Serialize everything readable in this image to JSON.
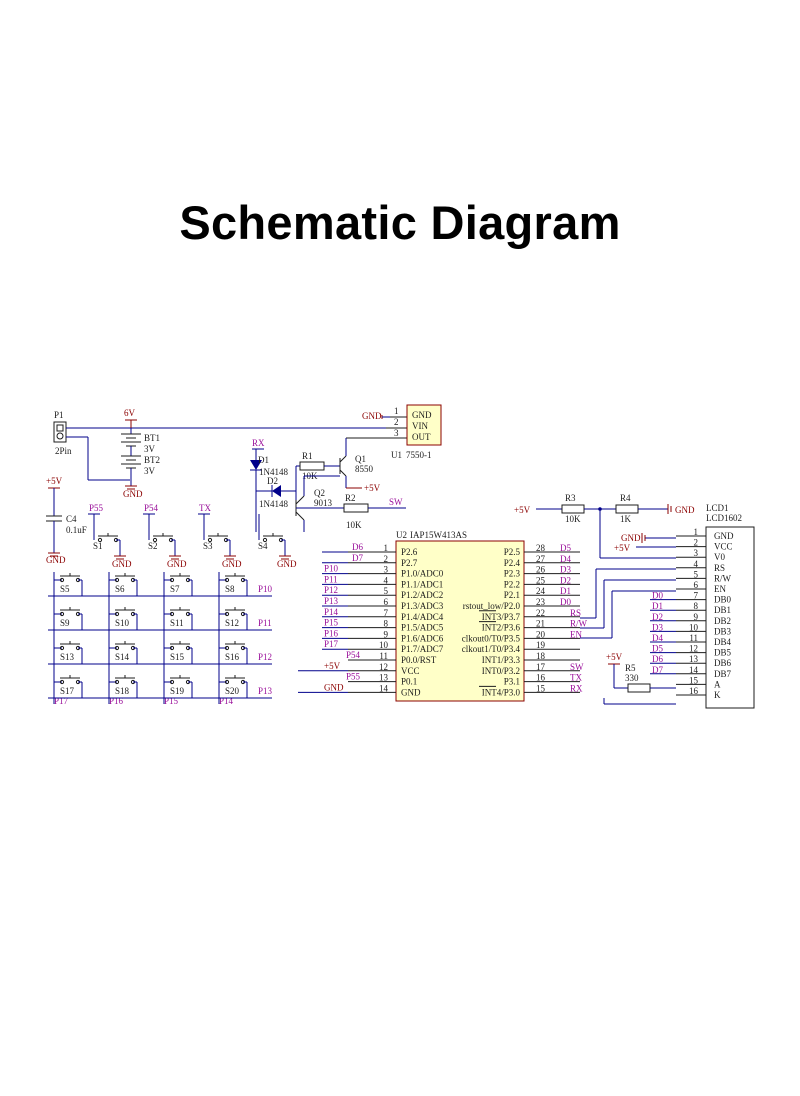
{
  "title": "Schematic Diagram",
  "colors": {
    "wire": "#00008b",
    "net_label": "#9a0f9a",
    "power": "#8b0000",
    "chip_fill": "#ffffc8",
    "body": "#1c1c1c"
  },
  "power": {
    "v6": "6V",
    "p5v": "+5V",
    "gnd": "GND"
  },
  "p1": {
    "ref": "P1",
    "value": "2Pin"
  },
  "bt1": {
    "ref": "BT1",
    "value": "3V"
  },
  "bt2": {
    "ref": "BT2",
    "value": "3V"
  },
  "c4": {
    "ref": "C4",
    "value": "0.1uF"
  },
  "u1": {
    "ref": "U1",
    "value": "7550-1",
    "pins": [
      "GND",
      "VIN",
      "OUT"
    ],
    "nums": [
      "1",
      "2",
      "3"
    ]
  },
  "rx_net": "RX",
  "d1": {
    "ref": "D1",
    "value": "1N4148"
  },
  "d2": {
    "ref": "D2",
    "value": "1N4148"
  },
  "r1": {
    "ref": "R1",
    "value": "10K"
  },
  "q1": {
    "ref": "Q1",
    "value": "8550"
  },
  "q2": {
    "ref": "Q2",
    "value": "9013"
  },
  "r2": {
    "ref": "R2",
    "value": "10K"
  },
  "sw_net": "SW",
  "r3": {
    "ref": "R3",
    "value": "10K"
  },
  "r4": {
    "ref": "R4",
    "value": "1K"
  },
  "r5": {
    "ref": "R5",
    "value": "330"
  },
  "top_switches": [
    {
      "ref": "S1",
      "net": "P55"
    },
    {
      "ref": "S2",
      "net": "P54"
    },
    {
      "ref": "S3",
      "net": "TX"
    },
    {
      "ref": "S4",
      "net": ""
    }
  ],
  "matrix": {
    "rows": [
      {
        "switches": [
          "S5",
          "S6",
          "S7",
          "S8"
        ],
        "net": "P10"
      },
      {
        "switches": [
          "S9",
          "S10",
          "S11",
          "S12"
        ],
        "net": "P11"
      },
      {
        "switches": [
          "S13",
          "S14",
          "S15",
          "S16"
        ],
        "net": "P12"
      },
      {
        "switches": [
          "S17",
          "S18",
          "S19",
          "S20"
        ],
        "net": "P13"
      }
    ],
    "col_nets": [
      "P17",
      "P16",
      "P15",
      "P14"
    ]
  },
  "u2": {
    "ref": "U2",
    "value": "IAP15W413AS",
    "left_pins": [
      {
        "num": "1",
        "name": "P2.6",
        "net": "D6"
      },
      {
        "num": "2",
        "name": "P2.7",
        "net": "D7"
      },
      {
        "num": "3",
        "name": "P1.0/ADC0",
        "net": "P10"
      },
      {
        "num": "4",
        "name": "P1.1/ADC1",
        "net": "P11"
      },
      {
        "num": "5",
        "name": "P1.2/ADC2",
        "net": "P12"
      },
      {
        "num": "6",
        "name": "P1.3/ADC3",
        "net": "P13"
      },
      {
        "num": "7",
        "name": "P1.4/ADC4",
        "net": "P14"
      },
      {
        "num": "8",
        "name": "P1.5/ADC5",
        "net": "P15"
      },
      {
        "num": "9",
        "name": "P1.6/ADC6",
        "net": "P16"
      },
      {
        "num": "10",
        "name": "P1.7/ADC7",
        "net": "P17"
      },
      {
        "num": "11",
        "name": "P0.0/RST",
        "net": "P54"
      },
      {
        "num": "12",
        "name": "VCC",
        "net": "+5V"
      },
      {
        "num": "13",
        "name": "P0.1",
        "net": "P55"
      },
      {
        "num": "14",
        "name": "GND",
        "net": "GND"
      }
    ],
    "right_pins": [
      {
        "num": "28",
        "name": "P2.5",
        "net": "D5"
      },
      {
        "num": "27",
        "name": "P2.4",
        "net": "D4"
      },
      {
        "num": "26",
        "name": "P2.3",
        "net": "D3"
      },
      {
        "num": "25",
        "name": "P2.2",
        "net": "D2"
      },
      {
        "num": "24",
        "name": "P2.1",
        "net": "D1"
      },
      {
        "num": "23",
        "name": "rstout_low/P2.0",
        "net": "D0"
      },
      {
        "num": "22",
        "name": "INT3/P3.7",
        "net": "RS"
      },
      {
        "num": "21",
        "name": "INT2/P3.6",
        "net": "R/W"
      },
      {
        "num": "20",
        "name": "clkout0/T0/P3.5",
        "net": "EN"
      },
      {
        "num": "19",
        "name": "clkout1/T0/P3.4",
        "net": ""
      },
      {
        "num": "18",
        "name": "INT1/P3.3",
        "net": ""
      },
      {
        "num": "17",
        "name": "INT0/P3.2",
        "net": "SW"
      },
      {
        "num": "16",
        "name": "P3.1",
        "net": "TX"
      },
      {
        "num": "15",
        "name": "INT4/P3.0",
        "net": "RX"
      }
    ]
  },
  "lcd": {
    "ref": "LCD1",
    "value": "LCD1602",
    "pins": [
      {
        "num": "1",
        "name": "GND",
        "net": "GND"
      },
      {
        "num": "2",
        "name": "VCC",
        "net": "+5V"
      },
      {
        "num": "3",
        "name": "V0",
        "net": ""
      },
      {
        "num": "4",
        "name": "RS",
        "net": ""
      },
      {
        "num": "5",
        "name": "R/W",
        "net": ""
      },
      {
        "num": "6",
        "name": "EN",
        "net": ""
      },
      {
        "num": "7",
        "name": "DB0",
        "net": "D0"
      },
      {
        "num": "8",
        "name": "DB1",
        "net": "D1"
      },
      {
        "num": "9",
        "name": "DB2",
        "net": "D2"
      },
      {
        "num": "10",
        "name": "DB3",
        "net": "D3"
      },
      {
        "num": "11",
        "name": "DB4",
        "net": "D4"
      },
      {
        "num": "12",
        "name": "DB5",
        "net": "D5"
      },
      {
        "num": "13",
        "name": "DB6",
        "net": "D6"
      },
      {
        "num": "14",
        "name": "DB7",
        "net": "D7"
      },
      {
        "num": "15",
        "name": "A",
        "net": ""
      },
      {
        "num": "16",
        "name": "K",
        "net": ""
      }
    ]
  }
}
